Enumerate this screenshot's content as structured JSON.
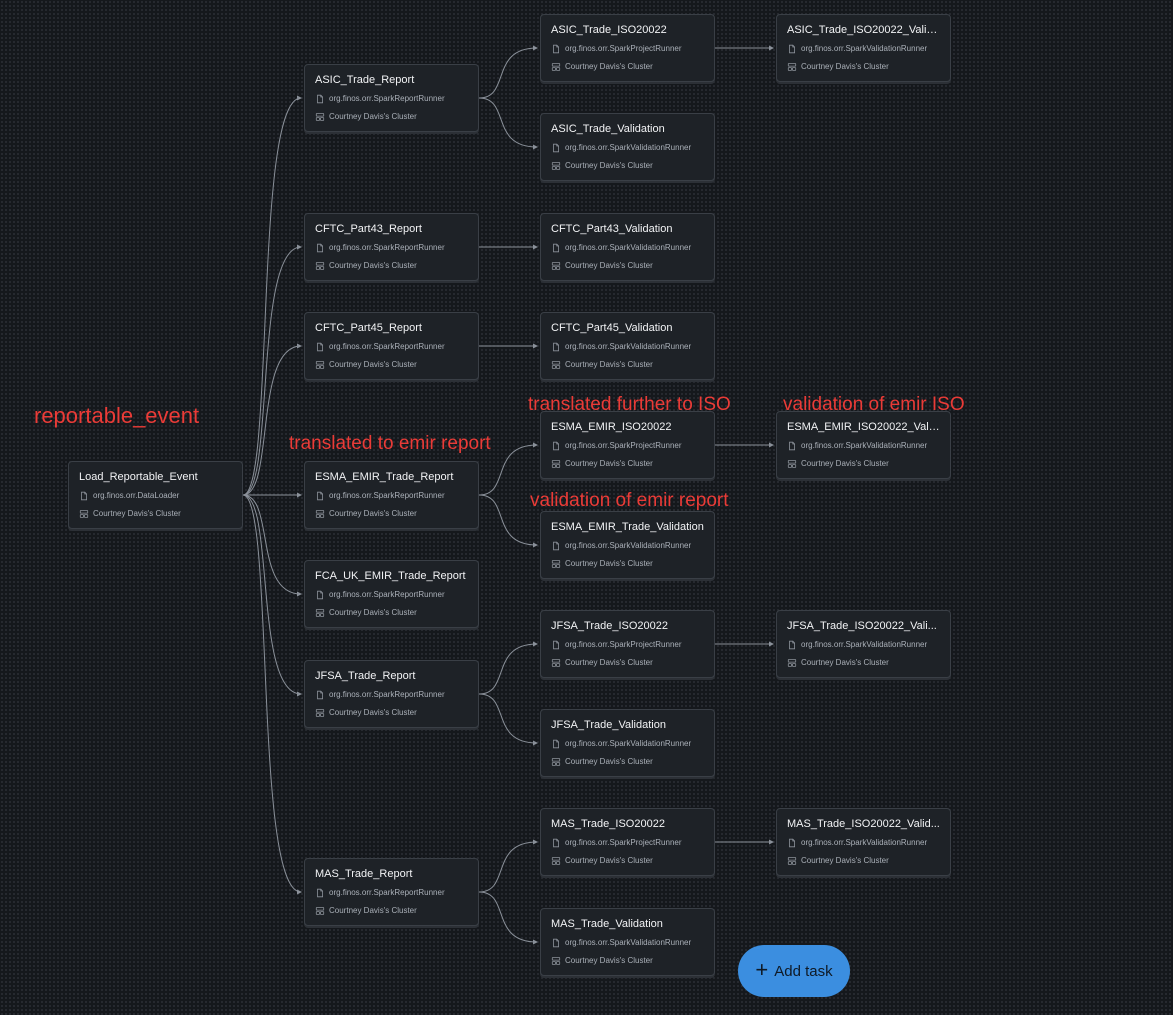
{
  "annotations": {
    "reportable_event": "reportable_event",
    "translated_to_emir": "translated to emir report",
    "translated_further": "translated further to ISO",
    "validation_emir_iso": "validation of emir ISO",
    "validation_emir_report": "validation of emir report"
  },
  "add_task_label": "Add task",
  "icons": {
    "runner": "file-icon",
    "cluster": "cluster-icon",
    "add": "plus-icon"
  },
  "colors": {
    "background": "#15181c",
    "node": "#1e2227",
    "edge": "#8a9099",
    "annotation": "#ea3b37",
    "button": "#3b8ee0"
  },
  "nodes": [
    {
      "id": "load",
      "title": "Load_Reportable_Event",
      "runner": "org.finos.orr.DataLoader",
      "cluster": "Courtney Davis's Cluster"
    },
    {
      "id": "asic_report",
      "title": "ASIC_Trade_Report",
      "runner": "org.finos.orr.SparkReportRunner",
      "cluster": "Courtney Davis's Cluster"
    },
    {
      "id": "cftc43_report",
      "title": "CFTC_Part43_Report",
      "runner": "org.finos.orr.SparkReportRunner",
      "cluster": "Courtney Davis's Cluster"
    },
    {
      "id": "cftc45_report",
      "title": "CFTC_Part45_Report",
      "runner": "org.finos.orr.SparkReportRunner",
      "cluster": "Courtney Davis's Cluster"
    },
    {
      "id": "esma_report",
      "title": "ESMA_EMIR_Trade_Report",
      "runner": "org.finos.orr.SparkReportRunner",
      "cluster": "Courtney Davis's Cluster"
    },
    {
      "id": "fca_report",
      "title": "FCA_UK_EMIR_Trade_Report",
      "runner": "org.finos.orr.SparkReportRunner",
      "cluster": "Courtney Davis's Cluster"
    },
    {
      "id": "jfsa_report",
      "title": "JFSA_Trade_Report",
      "runner": "org.finos.orr.SparkReportRunner",
      "cluster": "Courtney Davis's Cluster"
    },
    {
      "id": "mas_report",
      "title": "MAS_Trade_Report",
      "runner": "org.finos.orr.SparkReportRunner",
      "cluster": "Courtney Davis's Cluster"
    },
    {
      "id": "asic_iso",
      "title": "ASIC_Trade_ISO20022",
      "runner": "org.finos.orr.SparkProjectRunner",
      "cluster": "Courtney Davis's Cluster"
    },
    {
      "id": "asic_val",
      "title": "ASIC_Trade_Validation",
      "runner": "org.finos.orr.SparkValidationRunner",
      "cluster": "Courtney Davis's Cluster"
    },
    {
      "id": "cftc43_val",
      "title": "CFTC_Part43_Validation",
      "runner": "org.finos.orr.SparkValidationRunner",
      "cluster": "Courtney Davis's Cluster"
    },
    {
      "id": "cftc45_val",
      "title": "CFTC_Part45_Validation",
      "runner": "org.finos.orr.SparkValidationRunner",
      "cluster": "Courtney Davis's Cluster"
    },
    {
      "id": "esma_iso",
      "title": "ESMA_EMIR_ISO20022",
      "runner": "org.finos.orr.SparkProjectRunner",
      "cluster": "Courtney Davis's Cluster"
    },
    {
      "id": "esma_val",
      "title": "ESMA_EMIR_Trade_Validation",
      "runner": "org.finos.orr.SparkValidationRunner",
      "cluster": "Courtney Davis's Cluster"
    },
    {
      "id": "jfsa_iso",
      "title": "JFSA_Trade_ISO20022",
      "runner": "org.finos.orr.SparkProjectRunner",
      "cluster": "Courtney Davis's Cluster"
    },
    {
      "id": "jfsa_val",
      "title": "JFSA_Trade_Validation",
      "runner": "org.finos.orr.SparkValidationRunner",
      "cluster": "Courtney Davis's Cluster"
    },
    {
      "id": "mas_iso",
      "title": "MAS_Trade_ISO20022",
      "runner": "org.finos.orr.SparkProjectRunner",
      "cluster": "Courtney Davis's Cluster"
    },
    {
      "id": "mas_val",
      "title": "MAS_Trade_Validation",
      "runner": "org.finos.orr.SparkValidationRunner",
      "cluster": "Courtney Davis's Cluster"
    },
    {
      "id": "asic_iso_val",
      "title": "ASIC_Trade_ISO20022_Valid...",
      "runner": "org.finos.orr.SparkValidationRunner",
      "cluster": "Courtney Davis's Cluster"
    },
    {
      "id": "esma_iso_val",
      "title": "ESMA_EMIR_ISO20022_Vali...",
      "runner": "org.finos.orr.SparkValidationRunner",
      "cluster": "Courtney Davis's Cluster"
    },
    {
      "id": "jfsa_iso_val",
      "title": "JFSA_Trade_ISO20022_Vali...",
      "runner": "org.finos.orr.SparkValidationRunner",
      "cluster": "Courtney Davis's Cluster"
    },
    {
      "id": "mas_iso_val",
      "title": "MAS_Trade_ISO20022_Valid...",
      "runner": "org.finos.orr.SparkValidationRunner",
      "cluster": "Courtney Davis's Cluster"
    }
  ],
  "edges": [
    [
      "load",
      "asic_report"
    ],
    [
      "load",
      "cftc43_report"
    ],
    [
      "load",
      "cftc45_report"
    ],
    [
      "load",
      "esma_report"
    ],
    [
      "load",
      "fca_report"
    ],
    [
      "load",
      "jfsa_report"
    ],
    [
      "load",
      "mas_report"
    ],
    [
      "asic_report",
      "asic_iso"
    ],
    [
      "asic_report",
      "asic_val"
    ],
    [
      "cftc43_report",
      "cftc43_val"
    ],
    [
      "cftc45_report",
      "cftc45_val"
    ],
    [
      "esma_report",
      "esma_iso"
    ],
    [
      "esma_report",
      "esma_val"
    ],
    [
      "jfsa_report",
      "jfsa_iso"
    ],
    [
      "jfsa_report",
      "jfsa_val"
    ],
    [
      "mas_report",
      "mas_iso"
    ],
    [
      "mas_report",
      "mas_val"
    ],
    [
      "asic_iso",
      "asic_iso_val"
    ],
    [
      "esma_iso",
      "esma_iso_val"
    ],
    [
      "jfsa_iso",
      "jfsa_iso_val"
    ],
    [
      "mas_iso",
      "mas_iso_val"
    ]
  ]
}
